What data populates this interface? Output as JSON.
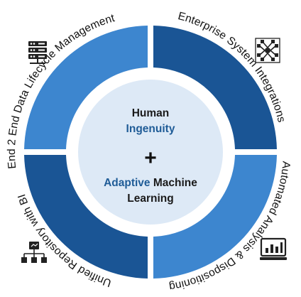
{
  "center": {
    "line1": "Human",
    "line2": "Ingenuity",
    "plus": "+",
    "line3_accent": "Adaptive",
    "line3_rest": "Machine",
    "line4": "Learning"
  },
  "segments": [
    {
      "label": "End 2 End Data Lifecycle Management",
      "icon": "server-rack-icon"
    },
    {
      "label": "Enterprise System Integrations",
      "icon": "integration-network-icon"
    },
    {
      "label": "Automated Analysis & Dispositioning",
      "icon": "analytics-monitor-icon"
    },
    {
      "label": "Unified Repository with BI",
      "icon": "hierarchy-chart-icon"
    }
  ],
  "colors": {
    "light_blue": "#3d86cf",
    "dark_blue": "#1a5595",
    "center_fill": "#dde9f6",
    "accent_text": "#1f5c97"
  }
}
